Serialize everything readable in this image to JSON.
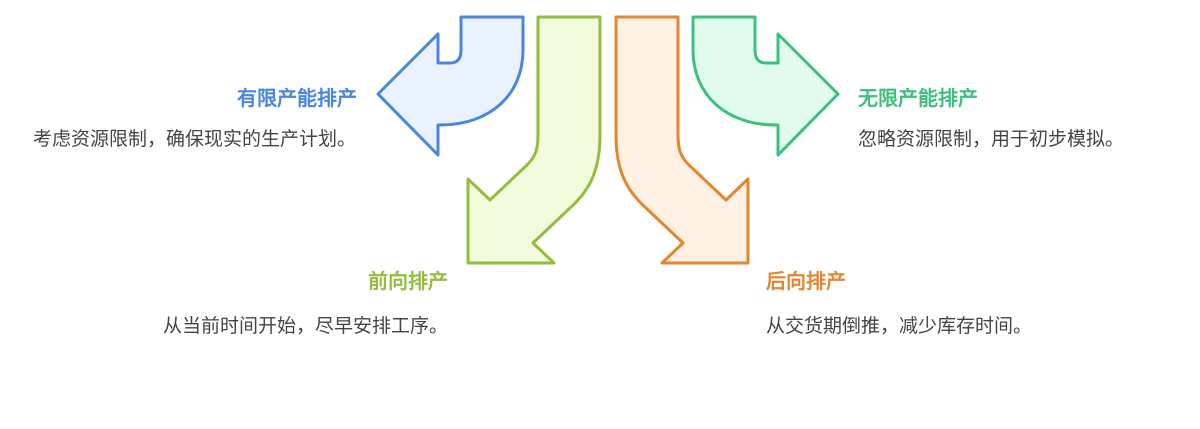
{
  "items": [
    {
      "title": "有限产能排产",
      "desc": "考虑资源限制，确保现实的生产计划。",
      "color": "#4a86e0",
      "fill": "#eaf2fe"
    },
    {
      "title": "前向排产",
      "desc": "从当前时间开始，尽早安排工序。",
      "color": "#93bd3c",
      "fill": "#f2fcdc"
    },
    {
      "title": "后向排产",
      "desc": "从交货期倒推，减少库存时间。",
      "color": "#e2862f",
      "fill": "#fef0e2"
    },
    {
      "title": "无限产能排产",
      "desc": "忽略资源限制，用于初步模拟。",
      "color": "#3cc07d",
      "fill": "#e1fcee"
    }
  ]
}
